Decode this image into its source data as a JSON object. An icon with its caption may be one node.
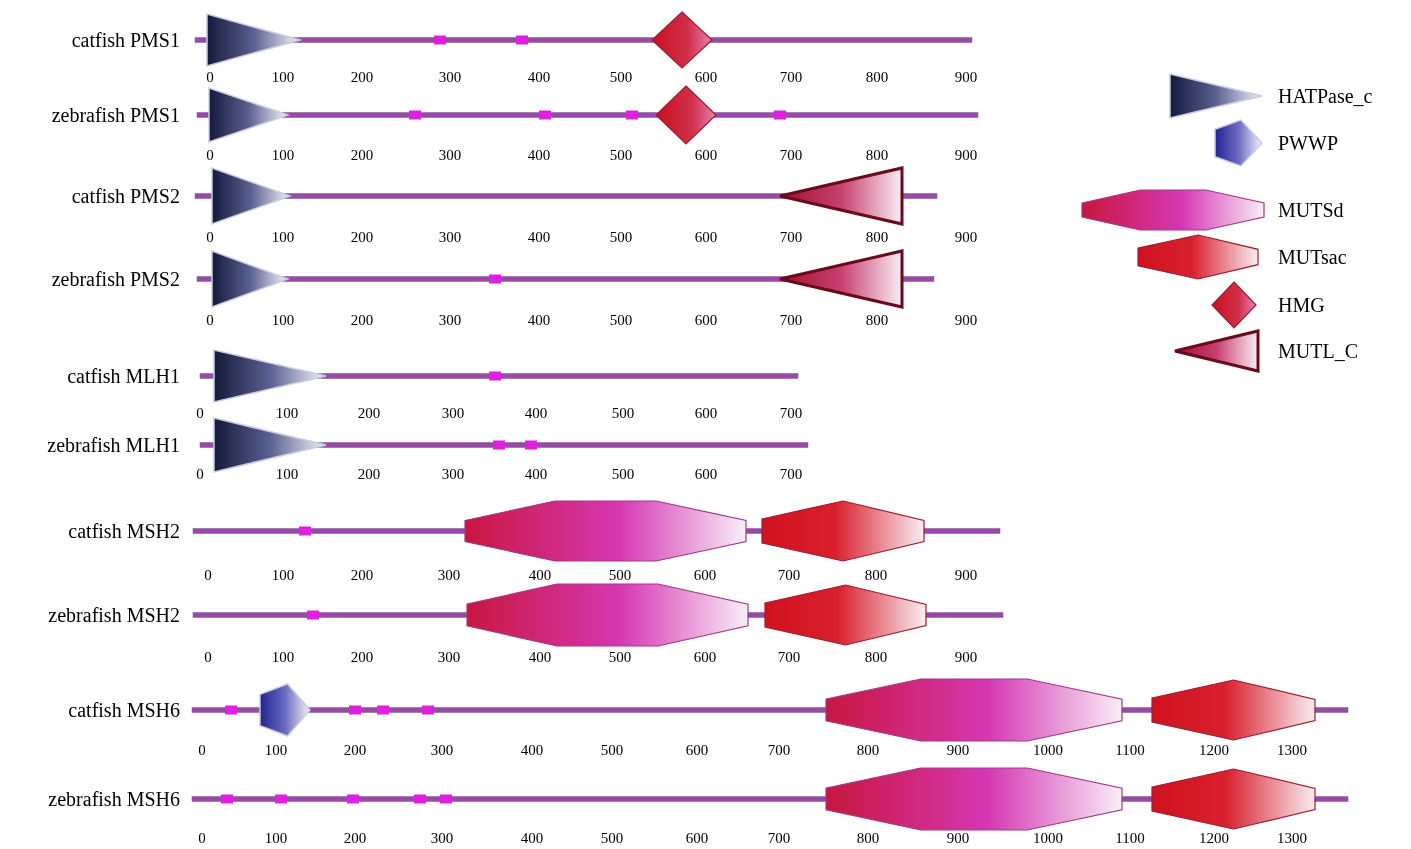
{
  "diagram": {
    "labels": [
      "catfish PMS1",
      "0",
      "100",
      "200",
      "300",
      "400",
      "500",
      "600",
      "700",
      "800",
      "900",
      "zebrafish PMS1",
      "0",
      "100",
      "200",
      "300",
      "400",
      "500",
      "600",
      "700",
      "800",
      "900",
      "catfish PMS2",
      "0",
      "100",
      "200",
      "300",
      "400",
      "500",
      "600",
      "700",
      "800",
      "900",
      "zebrafish PMS2",
      "0",
      "100",
      "200",
      "300",
      "400",
      "500",
      "600",
      "700",
      "800",
      "900",
      "catfish MLH1",
      "0",
      "100",
      "200",
      "300",
      "400",
      "500",
      "600",
      "700",
      "zebrafish MLH1",
      "0",
      "100",
      "200",
      "300",
      "400",
      "500",
      "600",
      "700",
      "catfish MSH2",
      "0",
      "100",
      "200",
      "300",
      "400",
      "500",
      "600",
      "700",
      "800",
      "900",
      "zebrafish MSH2",
      "0",
      "100",
      "200",
      "300",
      "400",
      "500",
      "600",
      "700",
      "800",
      "900",
      "catfish MSH6",
      "0",
      "100",
      "200",
      "300",
      "400",
      "500",
      "600",
      "700",
      "800",
      "900",
      "1000",
      "1100",
      "1200",
      "1300",
      "zebrafish MSH6",
      "0",
      "100",
      "200",
      "300",
      "400",
      "500",
      "600",
      "700",
      "800",
      "900",
      "1000",
      "1100",
      "1200",
      "1300"
    ],
    "legend": [
      {
        "text": "HATPase_c"
      },
      {
        "text": "PWWP"
      },
      {
        "text": "MUTSd"
      },
      {
        "text": "MUTsac"
      },
      {
        "text": "HMG"
      },
      {
        "text": "MUTL_C"
      }
    ]
  }
}
